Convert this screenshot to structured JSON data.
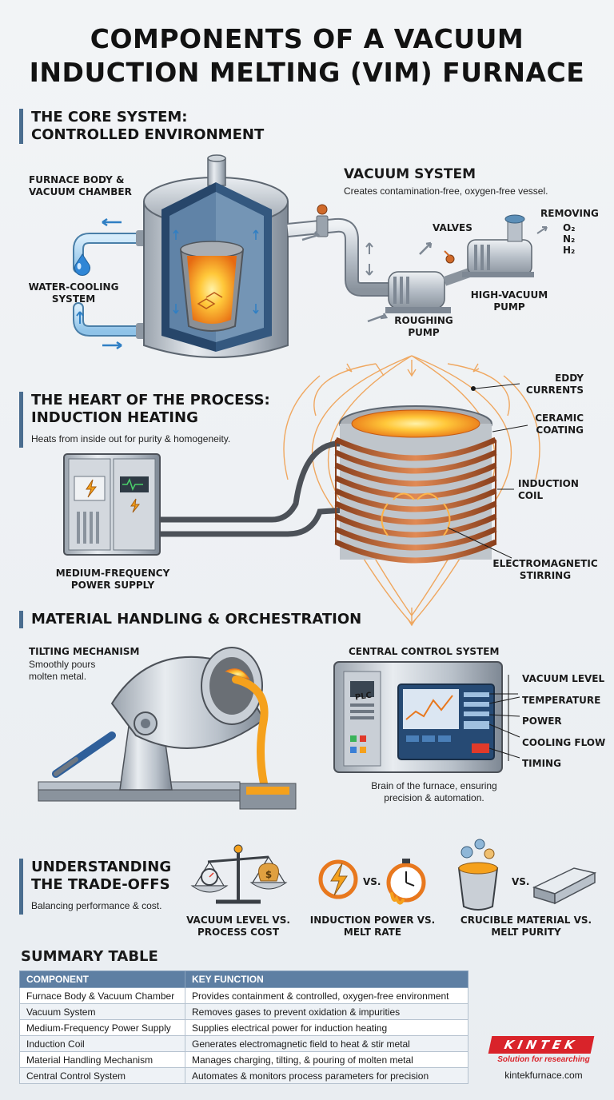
{
  "title": {
    "line1": "COMPONENTS OF A VACUUM",
    "line2": "INDUCTION MELTING (VIM) FURNACE"
  },
  "core": {
    "heading_line1": "THE CORE SYSTEM:",
    "heading_line2": "CONTROLLED ENVIRONMENT",
    "furnace_label_line1": "FURNACE BODY &",
    "furnace_label_line2": "VACUUM CHAMBER",
    "water_label_line1": "WATER-COOLING",
    "water_label_line2": "SYSTEM",
    "vacuum_title": "VACUUM SYSTEM",
    "vacuum_desc": "Creates contamination-free, oxygen-free vessel.",
    "valves": "VALVES",
    "removing": "REMOVING",
    "gases": [
      "O₂",
      "N₂",
      "H₂"
    ],
    "roughing_line1": "ROUGHING",
    "roughing_line2": "PUMP",
    "highvac_line1": "HIGH-VACUUM",
    "highvac_line2": "PUMP"
  },
  "heart": {
    "heading_line1": "THE HEART OF THE PROCESS:",
    "heading_line2": "INDUCTION HEATING",
    "desc": "Heats from inside out for purity & homogeneity.",
    "power_line1": "MEDIUM-FREQUENCY",
    "power_line2": "POWER SUPPLY",
    "eddy_line1": "EDDY",
    "eddy_line2": "CURRENTS",
    "ceramic_line1": "CERAMIC",
    "ceramic_line2": "COATING",
    "coil_line1": "INDUCTION",
    "coil_line2": "COIL",
    "stirring_line1": "ELECTROMAGNETIC",
    "stirring_line2": "STIRRING"
  },
  "handling": {
    "heading": "MATERIAL HANDLING & ORCHESTRATION",
    "tilt_title": "TILTING MECHANISM",
    "tilt_desc_line1": "Smoothly pours",
    "tilt_desc_line2": "molten metal.",
    "control_title": "CENTRAL CONTROL SYSTEM",
    "plc": "PLC",
    "control_items": [
      "VACUUM LEVEL",
      "TEMPERATURE",
      "POWER",
      "COOLING FLOW",
      "TIMING"
    ],
    "control_desc_line1": "Brain of the furnace, ensuring",
    "control_desc_line2": "precision & automation."
  },
  "tradeoffs": {
    "heading_line1": "UNDERSTANDING",
    "heading_line2": "THE TRADE-OFFS",
    "desc": "Balancing performance & cost.",
    "vs": "VS.",
    "dollar": "$",
    "items": [
      {
        "line1": "VACUUM LEVEL VS.",
        "line2": "PROCESS COST"
      },
      {
        "line1": "INDUCTION POWER VS.",
        "line2": "MELT RATE"
      },
      {
        "line1": "CRUCIBLE MATERIAL VS.",
        "line2": "MELT PURITY"
      }
    ]
  },
  "summary": {
    "title": "SUMMARY TABLE",
    "headers": [
      "COMPONENT",
      "KEY FUNCTION"
    ],
    "rows": [
      [
        "Furnace Body & Vacuum Chamber",
        "Provides containment & controlled, oxygen-free environment"
      ],
      [
        "Vacuum System",
        "Removes gases to prevent oxidation & impurities"
      ],
      [
        "Medium-Frequency Power Supply",
        "Supplies electrical power for induction heating"
      ],
      [
        "Induction Coil",
        "Generates electromagnetic field to heat & stir metal"
      ],
      [
        "Material Handling Mechanism",
        "Manages charging, tilting, & pouring of molten metal"
      ],
      [
        "Central Control System",
        "Automates & monitors process parameters for precision"
      ]
    ]
  },
  "brand": {
    "logo": "KINTEK",
    "tagline": "Solution for researching",
    "url": "kintekfurnace.com"
  },
  "colors": {
    "accent": "#4a6d8f",
    "molten": "#f5a11c",
    "copper": "#c76a3a",
    "water": "#3a8fd6",
    "brand_red": "#d9232a"
  }
}
